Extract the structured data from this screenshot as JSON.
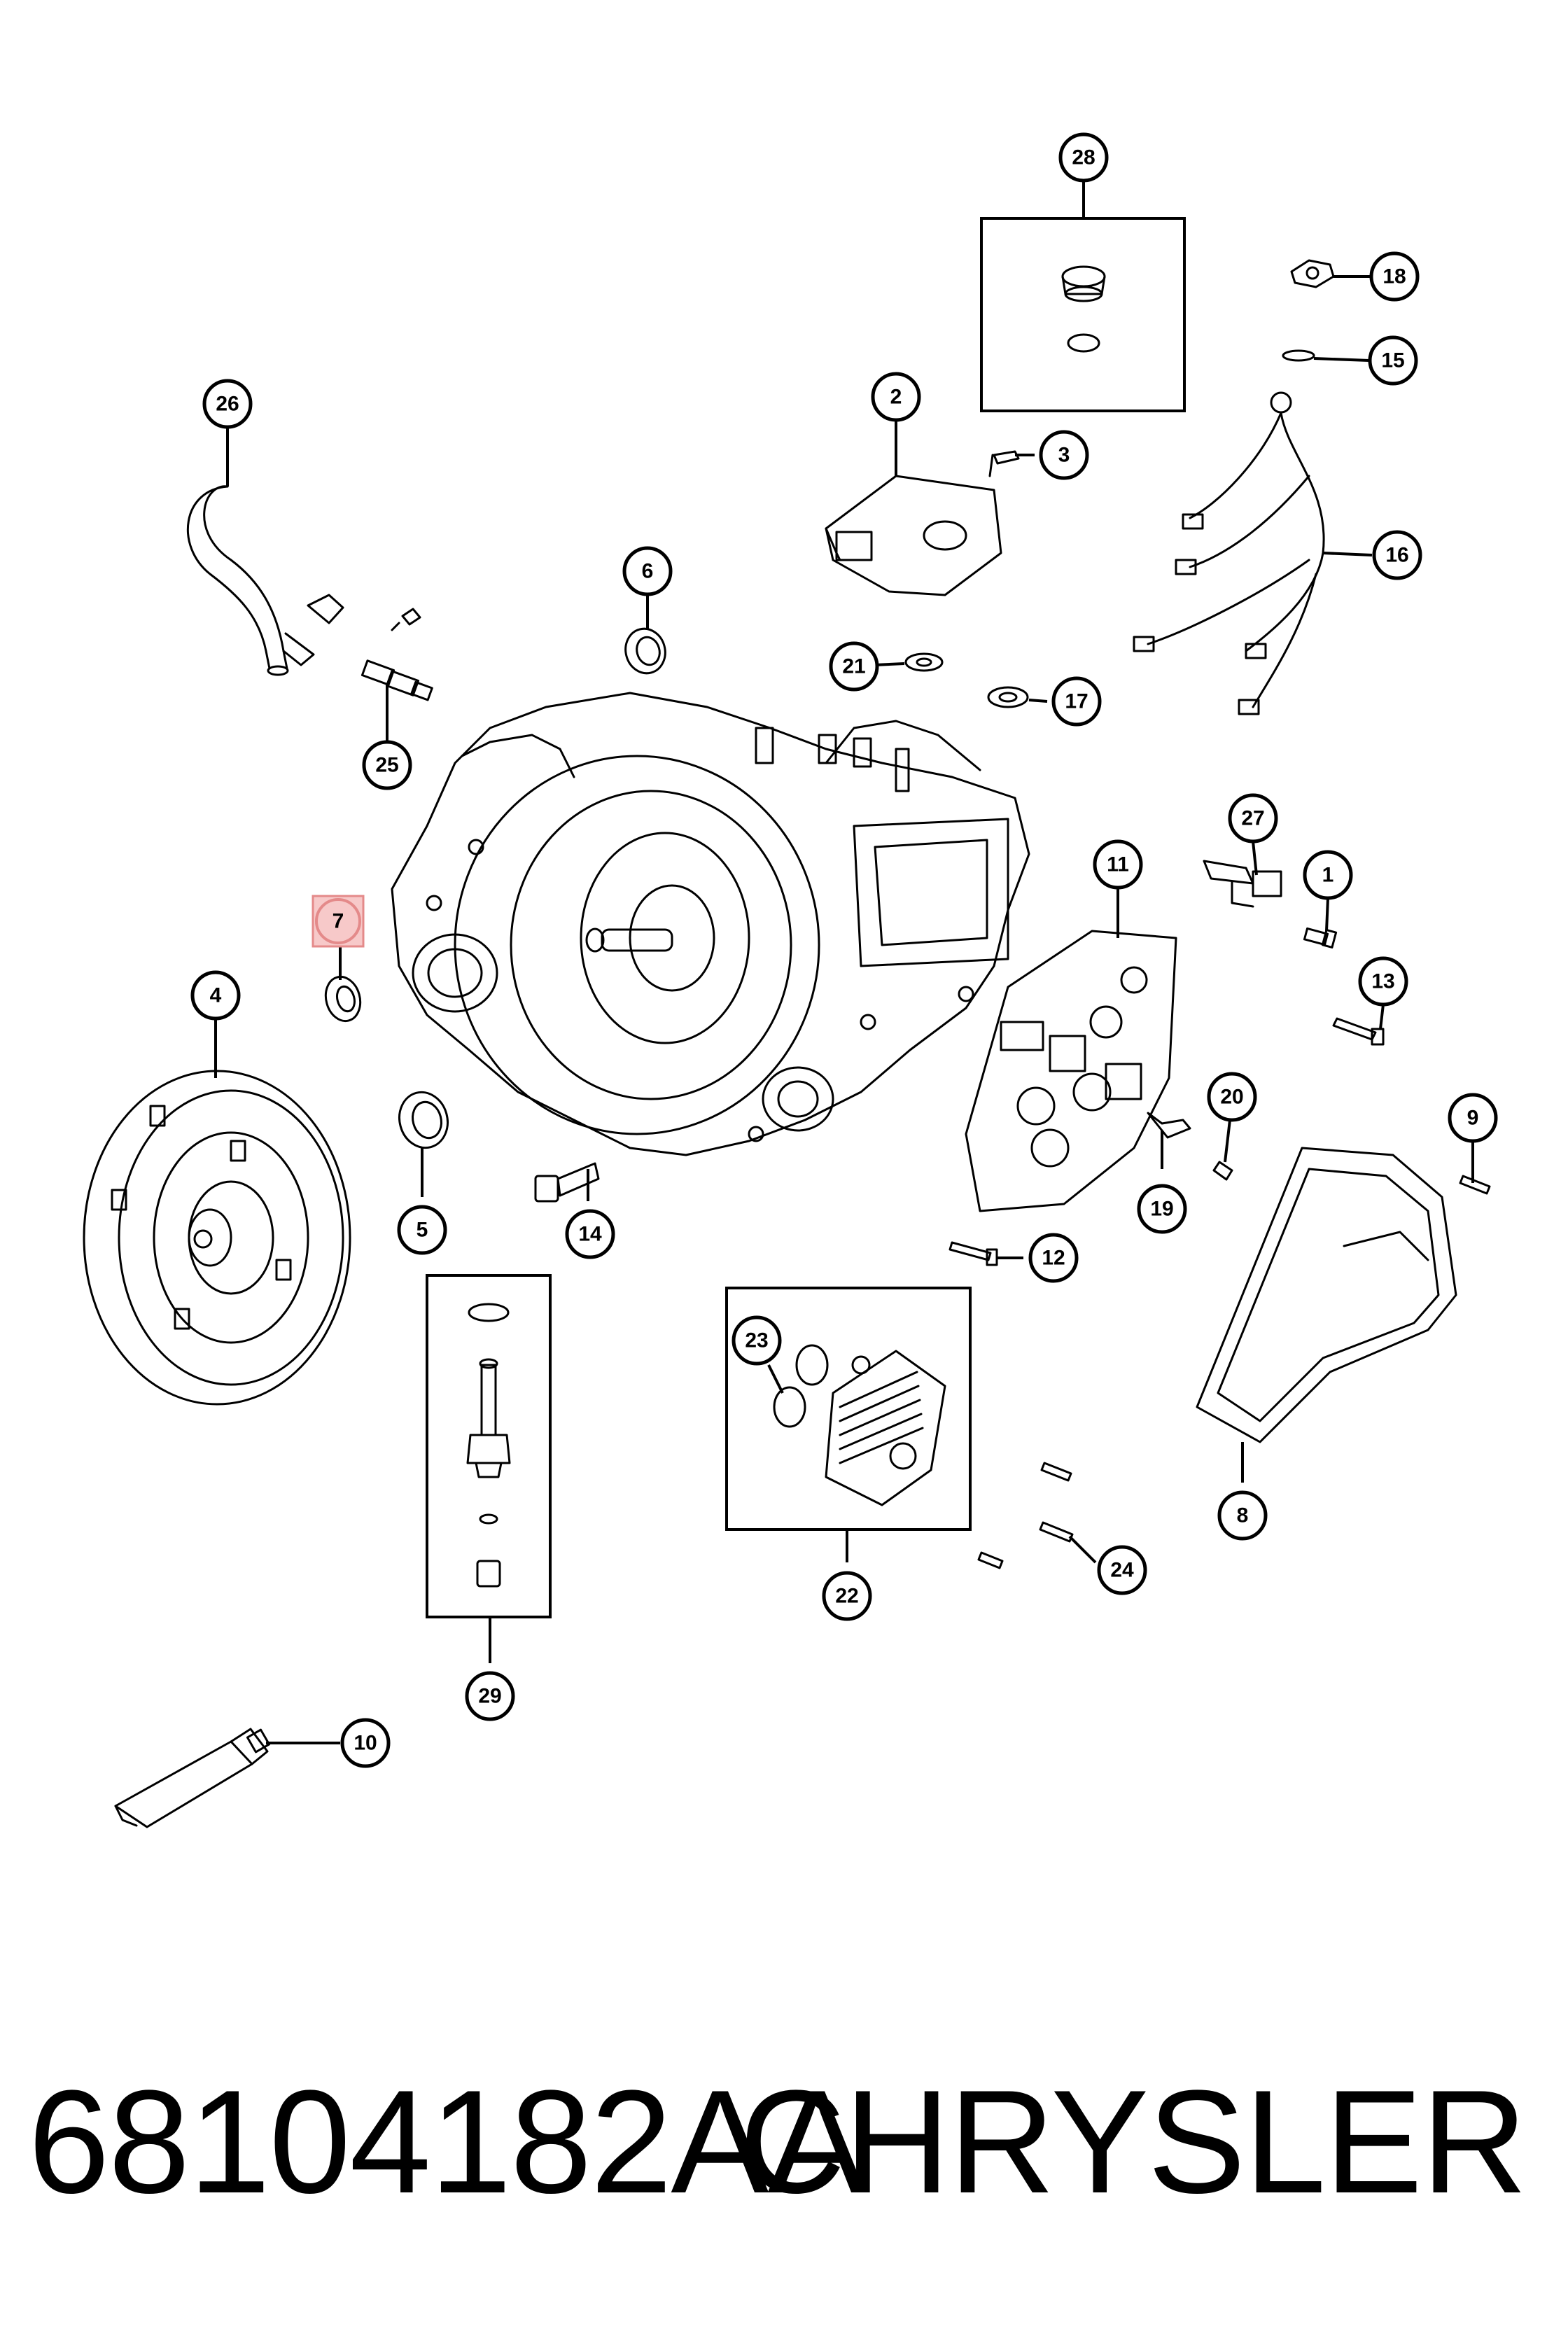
{
  "caption": {
    "part_number": "68104182AA",
    "brand": "CHRYSLER"
  },
  "highlighted_callout": "7",
  "callouts": [
    "1",
    "2",
    "3",
    "4",
    "5",
    "6",
    "7",
    "8",
    "9",
    "10",
    "11",
    "12",
    "13",
    "14",
    "15",
    "16",
    "17",
    "18",
    "19",
    "20",
    "21",
    "22",
    "23",
    "24",
    "25",
    "26",
    "27",
    "28",
    "29"
  ]
}
